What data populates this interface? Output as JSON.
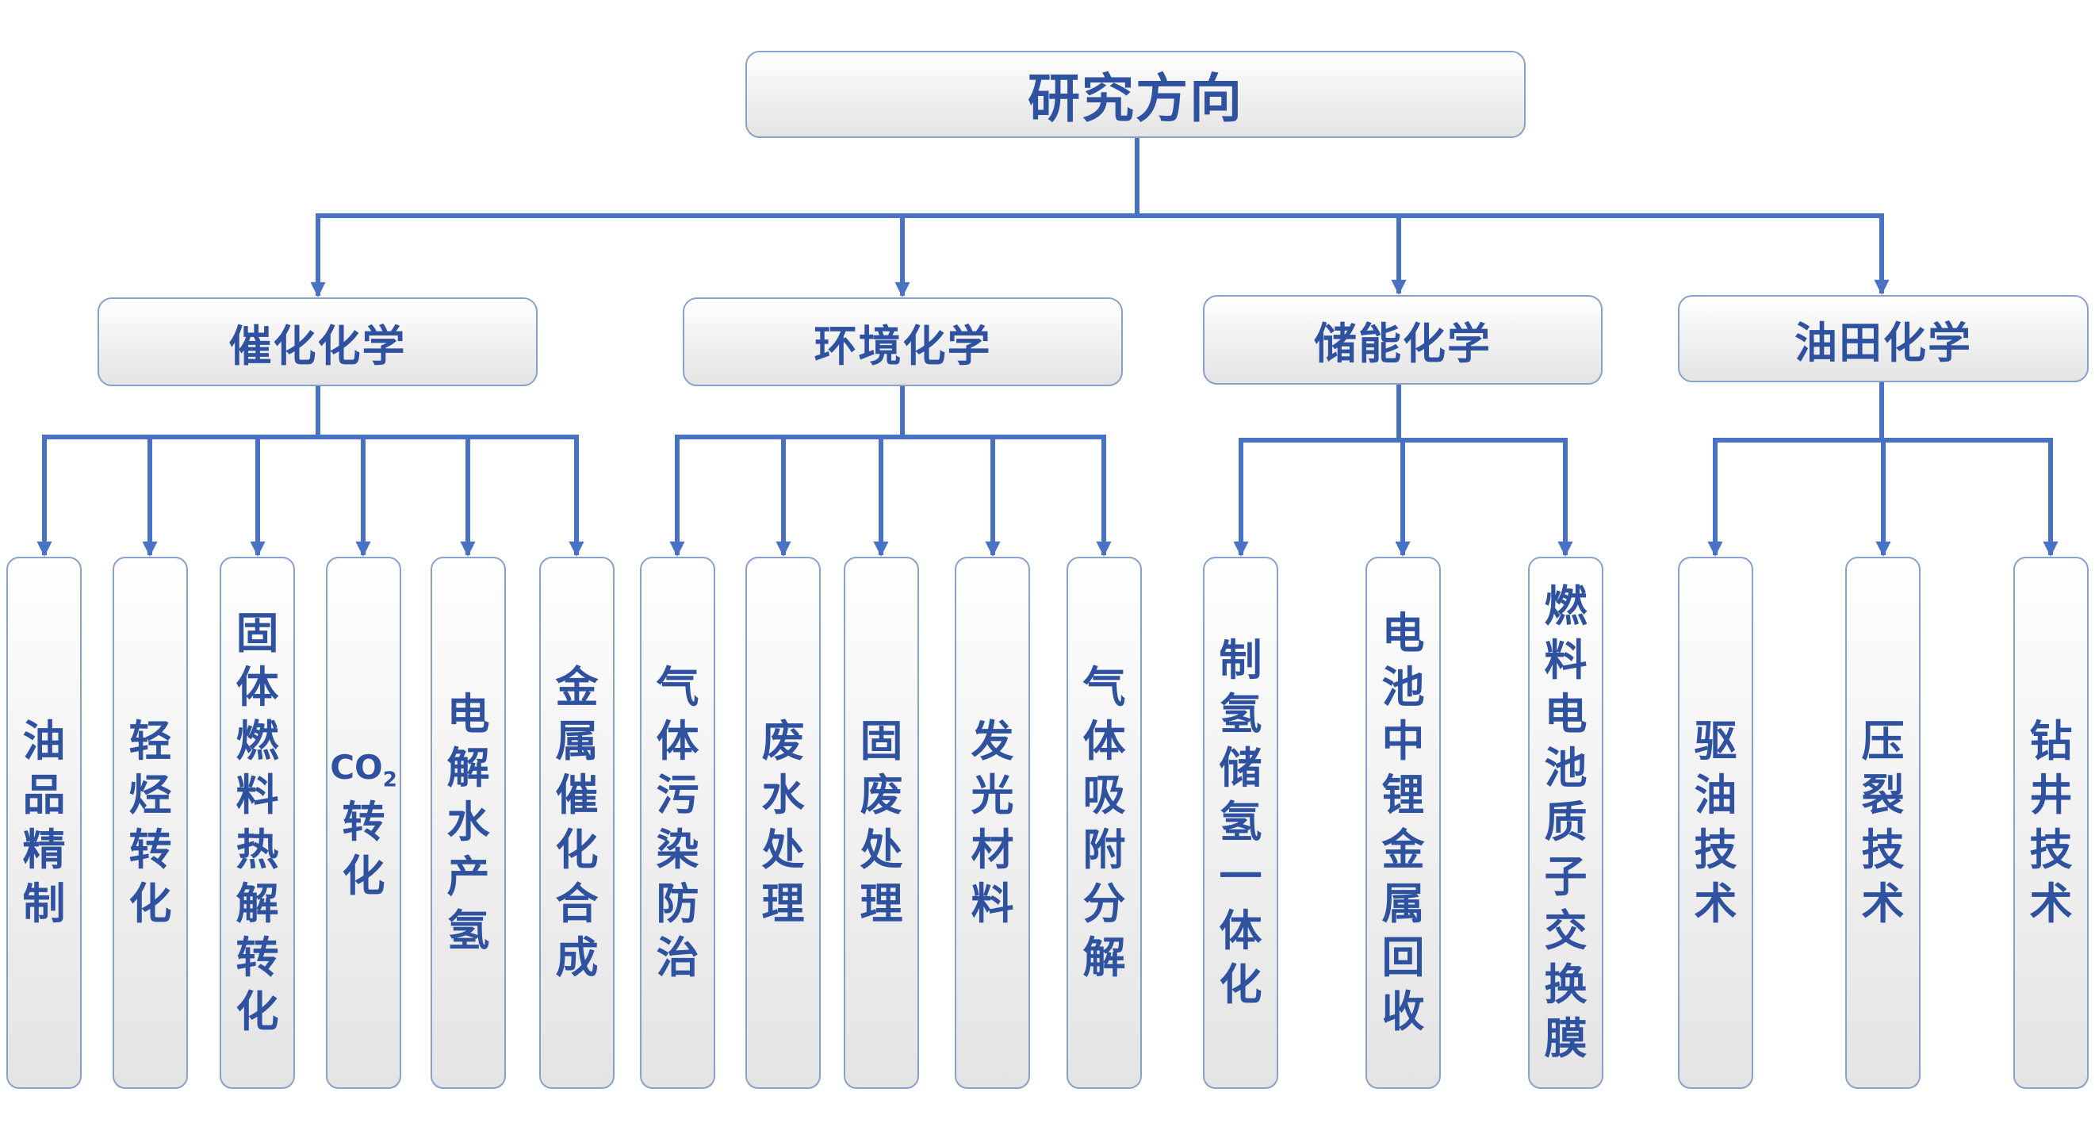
{
  "root": "研究方向",
  "categories": [
    {
      "label": "催化化学",
      "items": [
        "油品精制",
        "轻烃转化",
        "固体燃料热解转化",
        "CO2转化",
        "电解水产氢",
        "金属催化合成"
      ]
    },
    {
      "label": "环境化学",
      "items": [
        "气体污染防治",
        "废水处理",
        "固废处理",
        "发光材料",
        "气体吸附分解"
      ]
    },
    {
      "label": "储能化学",
      "items": [
        "制氢储氢一体化",
        "电池中锂金属回收",
        "燃料电池质子交换膜"
      ]
    },
    {
      "label": "油田化学",
      "items": [
        "驱油技术",
        "压裂技术",
        "钻井技术"
      ]
    }
  ],
  "colors": {
    "line": "#4a72c4",
    "text": "#2f52a0",
    "border": "#8aa0cc"
  }
}
